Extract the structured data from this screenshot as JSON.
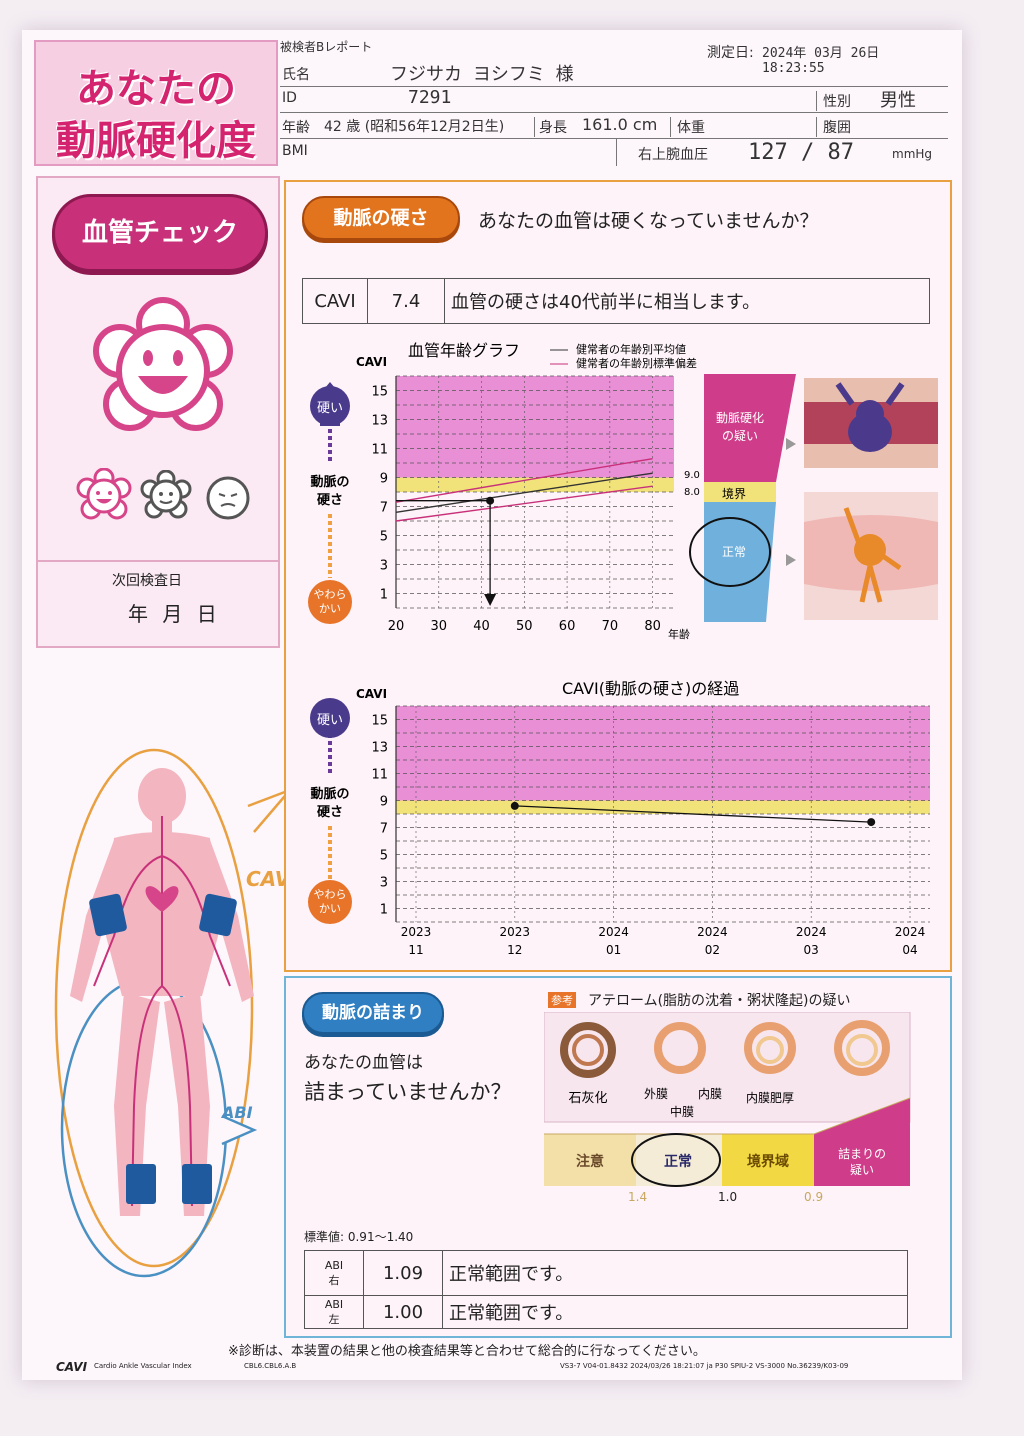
{
  "header": {
    "report_type": "被検者Bレポート",
    "measured_label": "測定日:",
    "measured_value": "2024年 03月 26日   18:23:55",
    "title_line1": "あなたの",
    "title_line2": "動脈硬化度",
    "name_label": "氏名",
    "name_value": "フジサカ ヨシフミ 様",
    "id_label": "ID",
    "id_value": "7291",
    "sex_label": "性別",
    "sex_value": "男性",
    "age_label": "年齢",
    "age_value": "42 歳 (昭和56年12月2日生)",
    "height_label": "身長",
    "height_value": "161.0  cm",
    "weight_label": "体重",
    "waist_label": "腹囲",
    "bmi_label": "BMI",
    "bp_label": "右上腕血圧",
    "bp_value": "127 /  87",
    "bp_unit": "mmHg"
  },
  "left_panel": {
    "check_button": "血管チェック",
    "smile_icon": "big-smile-flower-icon",
    "next_label": "次回検査日",
    "next_value": "年  月  日",
    "body_cavi": "CAVI",
    "body_abi": "ABI"
  },
  "stiffness": {
    "badge": "動脈の硬さ",
    "question": "あなたの血管は硬くなっていませんか？",
    "cavi_label": "CAVI",
    "cavi_value": "7.4",
    "cavi_comment": "血管の硬さは40代前半に相当します。",
    "hard_label": "硬い",
    "artery_label_1": "動脈の",
    "artery_label_2": "硬さ",
    "soft_label_1": "やわら",
    "soft_label_2": "かい",
    "zone_suspect_1": "動脈硬化",
    "zone_suspect_2": "の疑い",
    "zone_border": "境界",
    "zone_normal": "正常"
  },
  "chart_data": [
    {
      "type": "line",
      "title": "血管年齢グラフ",
      "ylabel": "CAVI",
      "xlabel": "年齢",
      "legend": [
        "健常者の年齢別平均値",
        "健常者の年齢別標準偏差"
      ],
      "x_ticks": [
        20,
        30,
        40,
        50,
        60,
        70,
        80
      ],
      "y_ticks": [
        1,
        3,
        5,
        7,
        9,
        11,
        13,
        15
      ],
      "xlim": [
        20,
        85
      ],
      "ylim": [
        0,
        16
      ],
      "threshold_labels": [
        "9.0",
        "8.0"
      ],
      "thresholds": [
        9.0,
        8.0
      ],
      "series": [
        {
          "name": "健常者の年齢別平均値",
          "x": [
            20,
            80
          ],
          "y": [
            6.6,
            9.3
          ]
        },
        {
          "name": "健常者の年齢別標準偏差",
          "x": [
            20,
            80
          ],
          "y": [
            7.3,
            10.3
          ]
        },
        {
          "name": "健常者の年齢別標準偏差",
          "x": [
            20,
            80
          ],
          "y": [
            6.0,
            8.4
          ]
        }
      ],
      "point": {
        "x": 42,
        "y": 7.4
      }
    },
    {
      "type": "line",
      "title": "CAVI(動脈の硬さ)の経過",
      "ylabel": "CAVI",
      "y_ticks": [
        1,
        3,
        5,
        7,
        9,
        11,
        13,
        15
      ],
      "ylim": [
        0,
        16
      ],
      "categories": [
        "2023/11",
        "2023/12",
        "2024/01",
        "2024/02",
        "2024/03",
        "2024/04"
      ],
      "cat_top": [
        "2023",
        "2023",
        "2024",
        "2024",
        "2024",
        "2024"
      ],
      "cat_bottom": [
        "11",
        "12",
        "01",
        "02",
        "03",
        "04"
      ],
      "series": [
        {
          "x": [
            "2023/12",
            "2024/03"
          ],
          "y": [
            8.6,
            7.4
          ]
        }
      ]
    }
  ],
  "blockage": {
    "badge": "動脈の詰まり",
    "q1": "あなたの血管は",
    "q2": "詰まっていませんか？",
    "athero_tag": "参考",
    "athero_title": "アテローム(脂肪の沈着・粥状隆起)の疑い",
    "calc_label": "石灰化",
    "outer_label": "外膜",
    "inner_label": "内膜",
    "media_label": "中膜",
    "intima_thick_label": "内膜肥厚",
    "zone_caution": "注意",
    "zone_normal": "正常",
    "zone_border": "境界域",
    "zone_block_1": "詰まりの",
    "zone_block_2": "疑い",
    "tick_14": "1.4",
    "tick_10": "1.0",
    "tick_09": "0.9",
    "standard": "標準値: 0.91～1.40",
    "abi_right_label_1": "ABI",
    "abi_right_label_2": "右",
    "abi_right_value": "1.09",
    "abi_right_comment": "正常範囲です。",
    "abi_left_label_1": "ABI",
    "abi_left_label_2": "左",
    "abi_left_value": "1.00",
    "abi_left_comment": "正常範囲です。"
  },
  "footer": {
    "note": "※診断は、本装置の結果と他の検査結果等と合わせて総合的に行なってください。",
    "brand": "CAVI",
    "brand_sub": "Cardio Ankle Vascular Index",
    "brand_code": "CBL6.CBL6.A.B",
    "meta": "VS3-7  V04-01.8432  2024/03/26 18:21:07  ja  P30  SPIU-2  VS-3000 No.36239/K03-09"
  },
  "colors": {
    "pink_zone": "#e98fd6",
    "yellow_zone": "#f2e27a",
    "magenta": "#c8317a",
    "orange_border": "#e8a040",
    "blue_border": "#6fb5d8"
  }
}
